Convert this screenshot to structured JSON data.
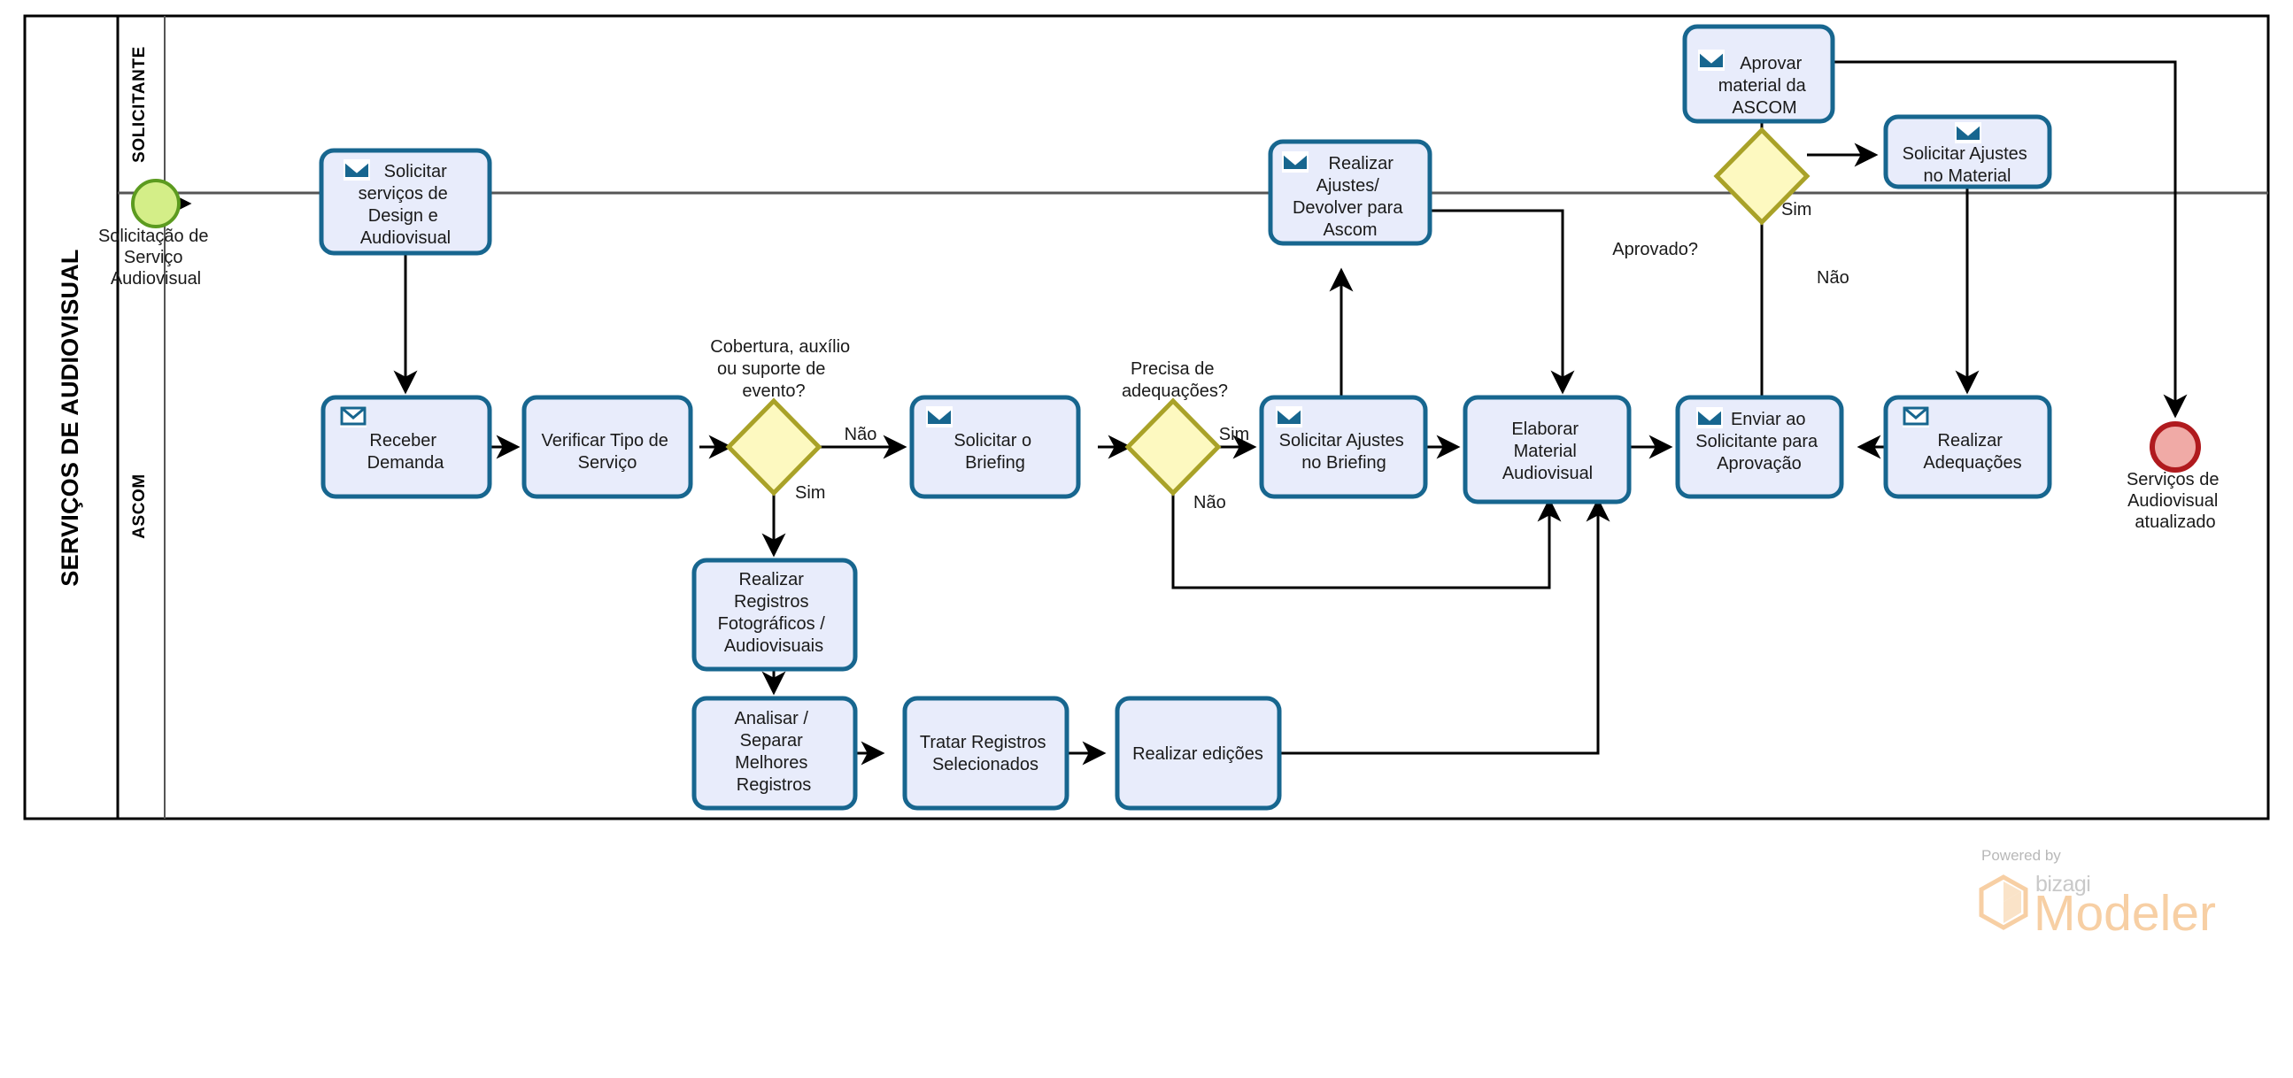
{
  "diagram": {
    "type": "bpmn-process-flow",
    "pool_title": "SERVIÇOS DE AUDIOVISUAL",
    "lanes": [
      {
        "id": "solicitante",
        "label": "SOLICITANTE"
      },
      {
        "id": "ascom",
        "label": "ASCOM"
      }
    ],
    "events": [
      {
        "id": "start-1",
        "kind": "start",
        "lane": "solicitante",
        "label": "Solicitação de Serviço Audiovisual",
        "color": "#d4ee88",
        "border_color": "#5c9b1f"
      },
      {
        "id": "end-1",
        "kind": "end",
        "lane": "ascom",
        "label": "Serviços de Audiovisual atualizado",
        "color": "#f0aaa6",
        "border_color": "#b01a1e"
      }
    ],
    "tasks": [
      {
        "id": "t-solicitar-servicos",
        "lane": "solicitante",
        "label": "Solicitar serviços de Design e Audiovisual",
        "icon": "envelope-filled-icon"
      },
      {
        "id": "t-realizar-ajustes-devolver",
        "lane": "solicitante",
        "label": "Realizar Ajustes/ Devolver para Ascom",
        "icon": "envelope-filled-icon"
      },
      {
        "id": "t-aprovar-material",
        "lane": "solicitante",
        "label": "Aprovar material da ASCOM",
        "icon": "envelope-filled-icon"
      },
      {
        "id": "t-solicitar-ajustes-material",
        "lane": "solicitante",
        "label": "Solicitar Ajustes no Material",
        "icon": "envelope-filled-icon"
      },
      {
        "id": "t-receber-demanda",
        "lane": "ascom",
        "label": "Receber Demanda",
        "icon": "envelope-open-icon"
      },
      {
        "id": "t-verificar-tipo",
        "lane": "ascom",
        "label": "Verificar Tipo de Serviço",
        "icon": "none"
      },
      {
        "id": "t-solicitar-briefing",
        "lane": "ascom",
        "label": "Solicitar o Briefing",
        "icon": "envelope-filled-icon"
      },
      {
        "id": "t-solicitar-ajustes-briefing",
        "lane": "ascom",
        "label": "Solicitar Ajustes no Briefing",
        "icon": "envelope-filled-icon"
      },
      {
        "id": "t-elaborar-material",
        "lane": "ascom",
        "label": "Elaborar Material Audiovisual",
        "icon": "none"
      },
      {
        "id": "t-enviar-solicitante",
        "lane": "ascom",
        "label": "Enviar ao Solicitante para Aprovação",
        "icon": "envelope-filled-icon"
      },
      {
        "id": "t-realizar-adequacoes",
        "lane": "ascom",
        "label": "Realizar Adequações",
        "icon": "envelope-open-icon"
      },
      {
        "id": "t-realizar-registros",
        "lane": "ascom",
        "label": "Realizar Registros Fotográficos / Audiovisuais",
        "icon": "none"
      },
      {
        "id": "t-analisar-separar",
        "lane": "ascom",
        "label": "Analisar / Separar Melhores Registros",
        "icon": "none"
      },
      {
        "id": "t-tratar-registros",
        "lane": "ascom",
        "label": "Tratar Registros Selecionados",
        "icon": "none"
      },
      {
        "id": "t-realizar-edicoes",
        "lane": "ascom",
        "label": "Realizar edições",
        "icon": "none"
      }
    ],
    "gateways": [
      {
        "id": "gw-cobertura",
        "lane": "ascom",
        "label": "Cobertura, auxílio ou suporte de evento?",
        "outcomes": [
          "Não",
          "Sim"
        ]
      },
      {
        "id": "gw-adequacoes",
        "lane": "ascom",
        "label": "Precisa de adequações?",
        "outcomes": [
          "Sim",
          "Não"
        ]
      },
      {
        "id": "gw-aprovado",
        "lane": "solicitante",
        "label": "Aprovado?",
        "outcomes": [
          "Sim",
          "Não"
        ]
      }
    ],
    "flow_labels": {
      "cobertura_nao": "Não",
      "cobertura_sim": "Sim",
      "adequacoes_sim": "Sim",
      "adequacoes_nao": "Não",
      "aprovado_sim": "Sim",
      "aprovado_nao": "Não"
    },
    "colors": {
      "task_fill": "#e8ecfb",
      "task_border": "#17668f",
      "gateway_fill": "#fdf9c0",
      "gateway_border": "#a9a228",
      "start_fill": "#d4ee88",
      "start_border": "#5c9b1f",
      "end_fill": "#f0aaa6",
      "end_border": "#b01a1e",
      "flow": "#000000",
      "pool_border": "#000000",
      "lane_border": "#555555"
    }
  },
  "watermark": {
    "powered_by": "Powered by",
    "brand": "bizagi",
    "product": "Modeler"
  }
}
